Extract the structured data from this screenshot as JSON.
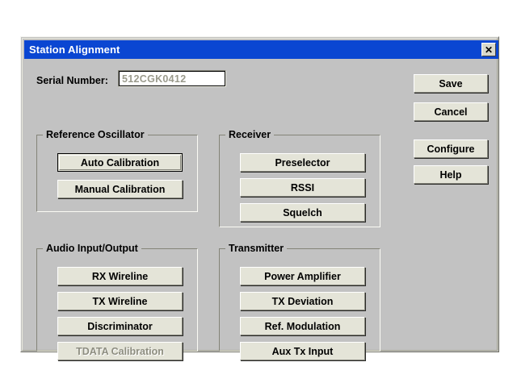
{
  "window": {
    "title": "Station Alignment",
    "close_icon": "close-icon",
    "close_glyph": "✕"
  },
  "serial": {
    "label": "Serial Number:",
    "value": "512CGK0412",
    "placeholder": "",
    "enabled": false
  },
  "groups": [
    {
      "id": "reference-oscillator",
      "title": "Reference Oscillator",
      "buttons": [
        {
          "label": "Auto Calibration",
          "default": true,
          "enabled": true
        },
        {
          "label": "Manual Calibration",
          "default": false,
          "enabled": true
        }
      ]
    },
    {
      "id": "receiver",
      "title": "Receiver",
      "buttons": [
        {
          "label": "Preselector",
          "default": false,
          "enabled": true
        },
        {
          "label": "RSSI",
          "default": false,
          "enabled": true
        },
        {
          "label": "Squelch",
          "default": false,
          "enabled": true
        }
      ]
    },
    {
      "id": "audio-input-output",
      "title": "Audio Input/Output",
      "buttons": [
        {
          "label": "RX Wireline",
          "default": false,
          "enabled": true
        },
        {
          "label": "TX Wireline",
          "default": false,
          "enabled": true
        },
        {
          "label": "Discriminator",
          "default": false,
          "enabled": true
        },
        {
          "label": "TDATA Calibration",
          "default": false,
          "enabled": false
        }
      ]
    },
    {
      "id": "transmitter",
      "title": "Transmitter",
      "buttons": [
        {
          "label": "Power Amplifier",
          "default": false,
          "enabled": true
        },
        {
          "label": "TX Deviation",
          "default": false,
          "enabled": true
        },
        {
          "label": "Ref. Modulation",
          "default": false,
          "enabled": true
        },
        {
          "label": "Aux Tx Input",
          "default": false,
          "enabled": true
        }
      ]
    }
  ],
  "side_buttons": [
    {
      "label": "Save",
      "id": "save"
    },
    {
      "label": "Cancel",
      "id": "cancel"
    },
    {
      "label": "Configure",
      "id": "configure"
    },
    {
      "label": "Help",
      "id": "help"
    }
  ],
  "colors": {
    "titlebar": "#0a46d2",
    "dialog_face": "#c2c2c2",
    "button_face": "#e4e4d8",
    "disabled_text": "#8d8d80",
    "field_text": "#9a9a8c"
  }
}
